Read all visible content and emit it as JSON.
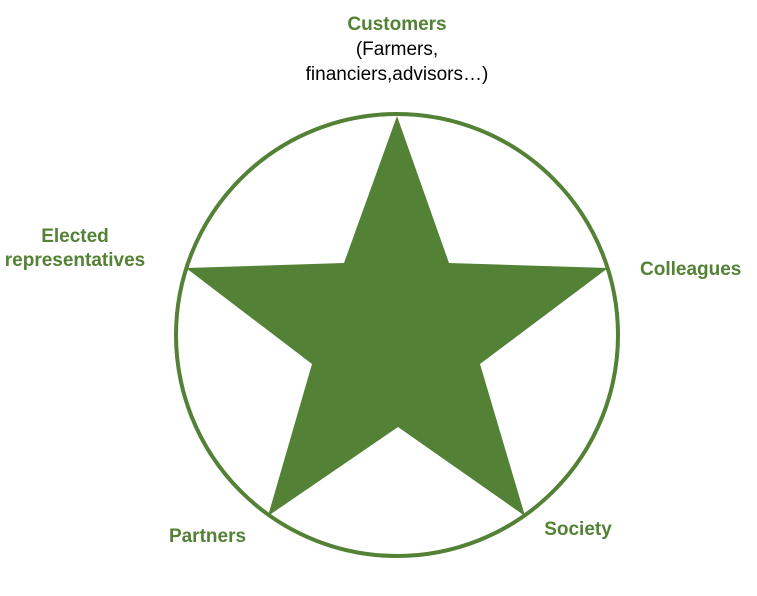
{
  "colors": {
    "green": "#538135",
    "background": "#ffffff",
    "subtext": "#000000"
  },
  "labels": {
    "top": {
      "title": "Customers",
      "line1": "(Farmers,",
      "line2": "financiers,advisors…)"
    },
    "right": "Colleagues",
    "left_line1": "Elected",
    "left_line2": "representatives",
    "bottom_left": "Partners",
    "bottom_right": "Society"
  },
  "shapes": {
    "outer": "circle",
    "inner": "five-pointed-star"
  }
}
